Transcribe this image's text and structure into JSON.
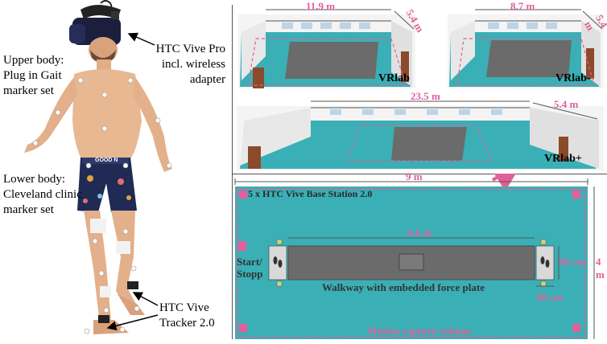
{
  "left_labels": {
    "upper_body": [
      "Upper body:",
      "Plug in Gait",
      "marker set"
    ],
    "lower_body": [
      "Lower body:",
      "Cleveland clinic",
      "marker set"
    ],
    "headset": [
      "HTC Vive Pro",
      "incl. wireless",
      "adapter"
    ],
    "tracker": [
      "HTC Vive",
      "Tracker 2.0"
    ]
  },
  "shorts_text": "GOOD N",
  "rooms": {
    "vrlab": {
      "name": "VRlab",
      "width": "11.9 m",
      "depth": "5.4 m"
    },
    "vrlab_minus": {
      "name": "VRlab-",
      "width": "8.7 m",
      "depth": "5.4 m"
    },
    "vrlab_plus": {
      "name": "VRlab+",
      "width": "23.5 m",
      "depth": "5.4 m"
    }
  },
  "floorplan": {
    "width": "9 m",
    "height": "4 m",
    "base_stations": "5 x HTC Vive Base Station 2.0",
    "walkway_length": "6.6 m",
    "walkway_label": "Walkway with embedded force plate",
    "start_label": [
      "Start/",
      "Stopp"
    ],
    "pad_width": "90 cm",
    "pad_depth": "40 cm",
    "capture_label": "Motion capture volume"
  },
  "colors": {
    "accent": "#e0609a",
    "floor": "#3aafb5",
    "walkway": "#6b6b6b"
  }
}
